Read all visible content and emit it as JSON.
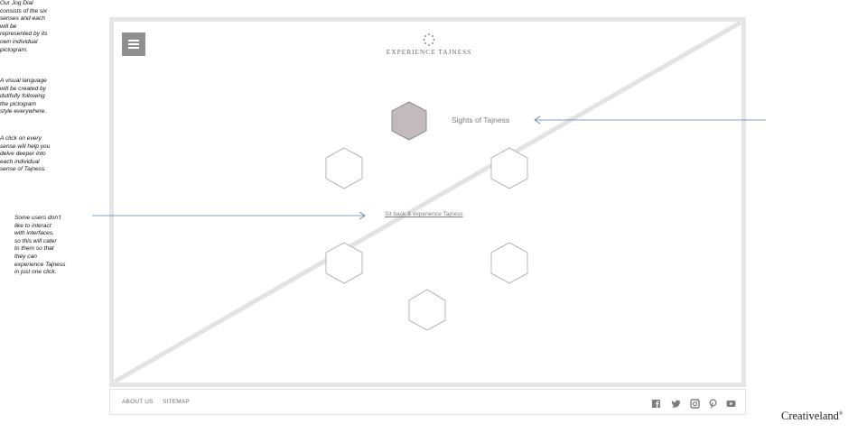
{
  "header": {
    "logo_text": "EXPERIENCE TAJNESS",
    "menu_icon": "hamburger-icon"
  },
  "jog_dial": {
    "active_sense_label": "Sights of Tajness",
    "active_color": "#c2babc",
    "hexagon_count": 6,
    "center_link": "Sit back & experience Tajness"
  },
  "footer": {
    "links": [
      "ABOUT US",
      "SITEMAP"
    ],
    "social_icons": [
      "facebook-icon",
      "twitter-icon",
      "instagram-icon",
      "pinterest-icon",
      "youtube-icon"
    ]
  },
  "annotations": {
    "left": "Some users don’t\nlike to interact\nwith interfaces,\nso this will cater\nto them so that\nthey can\nexperience Tajness\nin just one click.",
    "right_1": "Our Jog Dial\nconsists of the six\nsenses and each\nwill be\nrepresented by its\nown individual\npictogram.",
    "right_2": "A visual language\nwill be created by\ndutifully following\nthe pictogram\nstyle  everywhere.",
    "right_3": "A click on every\nsense will help you\ndelve deeper into\neach individual\nsense of Tajness."
  },
  "brand": {
    "name": "Creativeland",
    "mark": "®"
  },
  "colors": {
    "frame": "#e6e6e6",
    "arrow": "#5b7fa6",
    "hex_stroke": "#9a9a9a"
  }
}
